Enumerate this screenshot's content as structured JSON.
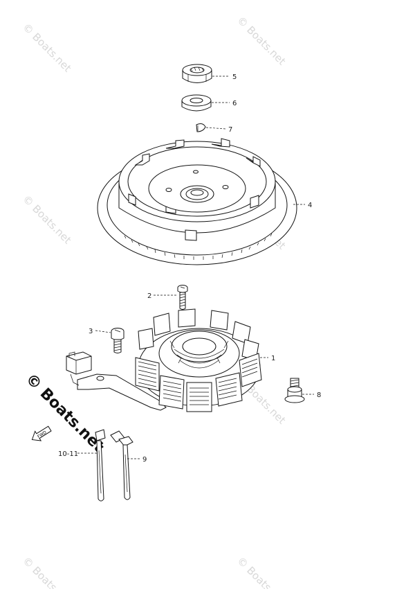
{
  "diagram": {
    "callouts": [
      {
        "id": "c5",
        "text": "5"
      },
      {
        "id": "c6",
        "text": "6"
      },
      {
        "id": "c7",
        "text": "7"
      },
      {
        "id": "c4",
        "text": "4"
      },
      {
        "id": "c2",
        "text": "2"
      },
      {
        "id": "c3",
        "text": "3"
      },
      {
        "id": "c1",
        "text": "1"
      },
      {
        "id": "c8",
        "text": "8"
      },
      {
        "id": "c1011",
        "text": "10-11"
      },
      {
        "id": "c9",
        "text": "9"
      }
    ],
    "fwd_arrow_label": "FWD"
  },
  "watermark": {
    "text": "© Boats.net",
    "main_text": "© Boats.net"
  }
}
